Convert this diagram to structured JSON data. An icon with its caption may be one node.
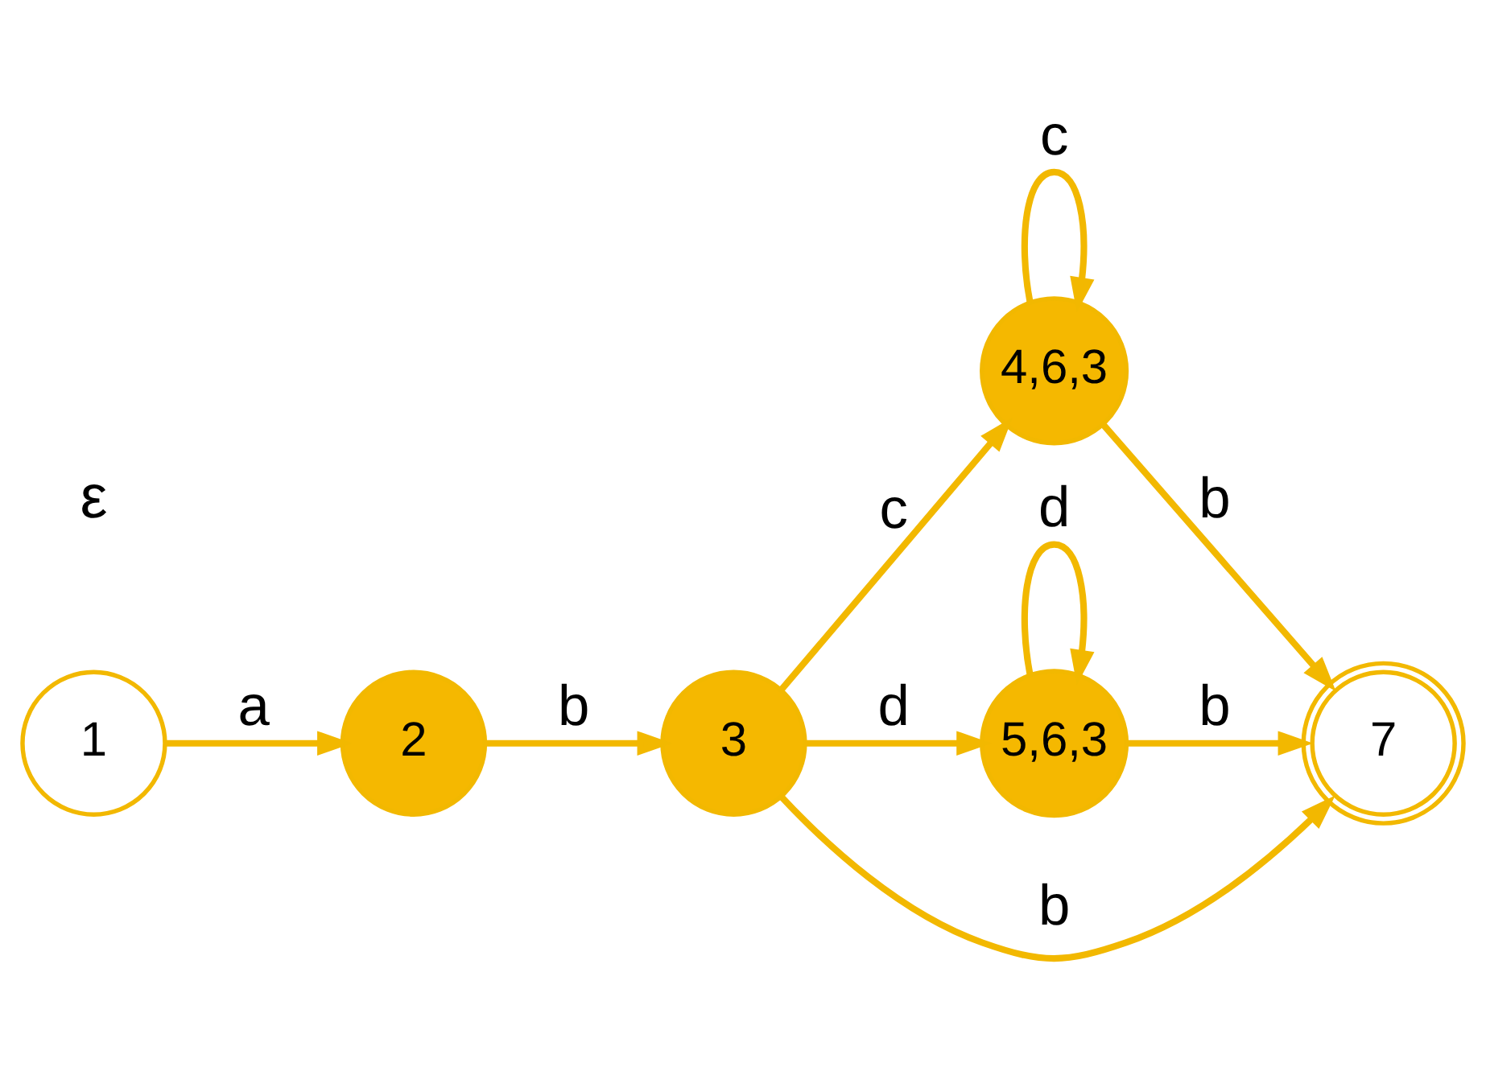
{
  "diagram": {
    "nodes": [
      {
        "text": [
          "1"
        ]
      },
      {
        "text": [
          "2"
        ]
      },
      {
        "text": [
          "3"
        ]
      },
      {
        "text": [
          "4,6,3"
        ]
      },
      {
        "text": [
          "5,6,3"
        ]
      },
      {
        "text": [
          "7"
        ]
      }
    ],
    "edges": [
      {
        "from": 0,
        "to": 1,
        "arrow": "to",
        "label": "a"
      },
      {
        "from": 1,
        "to": 2,
        "arrow": "to",
        "label": "b"
      },
      {
        "from": 2,
        "to": 3,
        "arrow": "to",
        "label": "c"
      },
      {
        "from": 2,
        "to": 5,
        "arrow": "to",
        "label": "b"
      },
      {
        "from": 2,
        "to": 4,
        "arrow": "to",
        "label": "d"
      },
      {
        "from": 3,
        "to": 3,
        "arrow": "to",
        "label": "c"
      },
      {
        "from": 3,
        "to": 5,
        "arrow": "to",
        "label": "b"
      },
      {
        "from": 4,
        "to": 5,
        "arrow": "to",
        "label": "b"
      },
      {
        "from": 4,
        "to": 4,
        "arrow": "to",
        "label": "d"
      }
    ],
    "labels": [
      "ε"
    ]
  }
}
